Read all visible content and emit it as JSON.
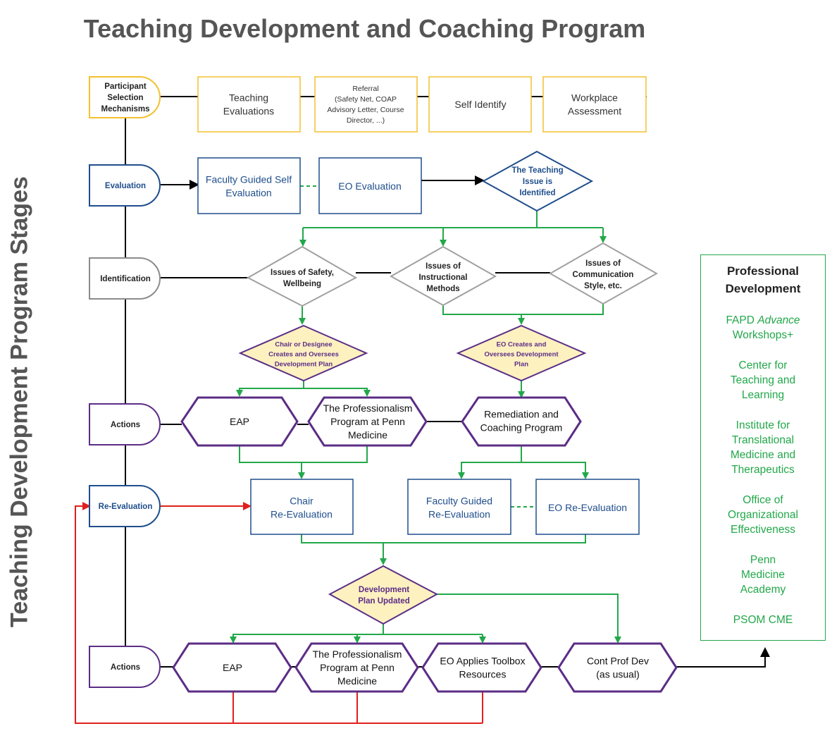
{
  "title": "Teaching Development  and Coaching Program",
  "side_label": "Teaching Development Program Stages",
  "stages": {
    "selection": [
      "Participant",
      "Selection",
      "Mechanisms"
    ],
    "evaluation": [
      "Evaluation"
    ],
    "identification": [
      "Identification"
    ],
    "actions1": [
      "Actions"
    ],
    "reevaluation": [
      "Re-Evaluation"
    ],
    "actions2": [
      "Actions"
    ]
  },
  "selection": {
    "teaching_evaluations": [
      "Teaching",
      "Evaluations"
    ],
    "referral": [
      "Referral",
      "(Safety Net, COAP",
      "Advisory Letter, Course",
      "Director, ...)"
    ],
    "self_identify": [
      "Self Identify"
    ],
    "workplace_assessment": [
      "Workplace",
      "Assessment"
    ]
  },
  "evaluation": {
    "faculty_guided": [
      "Faculty Guided Self",
      "Evaluation"
    ],
    "eo_evaluation": [
      "EO Evaluation"
    ],
    "issue_identified": [
      "The Teaching",
      "Issue is",
      "Identified"
    ]
  },
  "identification": {
    "safety": [
      "Issues of Safety,",
      "Wellbeing"
    ],
    "instructional": [
      "Issues of",
      "Instructional",
      "Methods"
    ],
    "communication": [
      "Issues of",
      "Communication",
      "Style, etc."
    ]
  },
  "plans": {
    "chair_plan": [
      "Chair or Designee",
      "Creates and Oversees",
      "Development Plan"
    ],
    "eo_plan": [
      "EO Creates and",
      "Oversees Development",
      "Plan"
    ]
  },
  "actions1": {
    "eap": [
      "EAP"
    ],
    "professionalism": [
      "The Professionalism",
      "Program at Penn",
      "Medicine"
    ],
    "remediation": [
      "Remediation and",
      "Coaching Program"
    ]
  },
  "reevaluation": {
    "chair": [
      "Chair",
      "Re-Evaluation"
    ],
    "faculty_guided": [
      "Faculty Guided",
      "Re-Evaluation"
    ],
    "eo": [
      "EO Re-Evaluation"
    ]
  },
  "updated": [
    "Development",
    "Plan Updated"
  ],
  "actions2": {
    "eap": [
      "EAP"
    ],
    "professionalism": [
      "The Professionalism",
      "Program at Penn",
      "Medicine"
    ],
    "toolbox": [
      "EO Applies Toolbox",
      "Resources"
    ],
    "cont_prof_dev": [
      "Cont Prof Dev",
      "(as usual)"
    ]
  },
  "professional_development": {
    "title": "Professional Development",
    "fapd": "FAPD",
    "fapd_advance": "Advance",
    "fapd_rest": "Workshops+",
    "items": [
      "Center for Teaching and Learning",
      "Institute for Translational Medicine and Therapeutics",
      "Office of Organizational Effectiveness",
      "Penn Medicine Academy",
      "PSOM CME"
    ]
  },
  "colors": {
    "green": "#22a84a",
    "blue": "#1f4e8c",
    "purple": "#5b2d86",
    "yellow_border": "#f2c12e",
    "plan_fill": "#fdf1c0",
    "gray": "#8c8c8c",
    "red": "#e0201c",
    "title": "#555555"
  }
}
